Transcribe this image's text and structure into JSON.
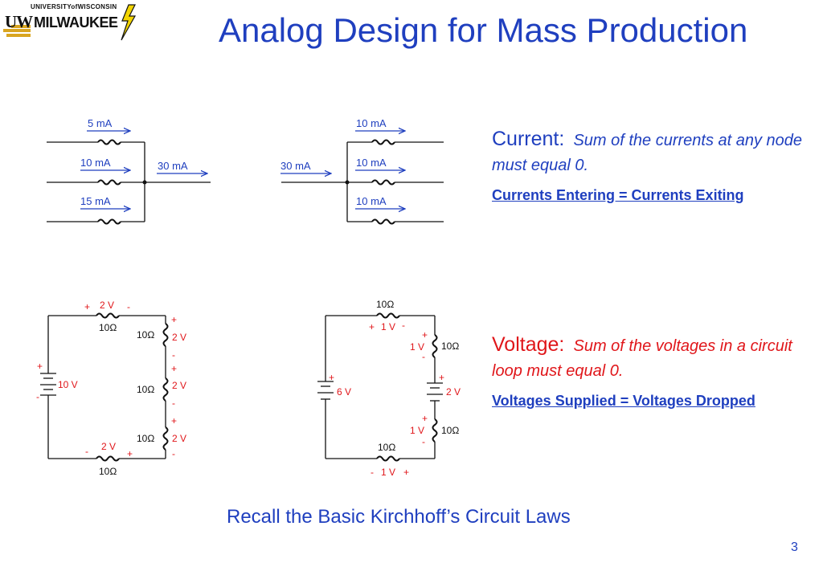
{
  "logo": {
    "university_line": "UNIVERSITYofWISCONSIN",
    "uw": "UW",
    "milwaukee": "MILWAUKEE"
  },
  "title": "Analog Design for Mass Production",
  "current_law": {
    "heading": "Current:",
    "description": "Sum of the currents at any node must equal 0.",
    "equation": "Currents Entering = Currents Exiting"
  },
  "voltage_law": {
    "heading": "Voltage:",
    "description": "Sum of the voltages in a circuit loop must equal 0.",
    "equation": "Voltages Supplied = Voltages Dropped"
  },
  "colors": {
    "title_blue": "#1f3fbf",
    "voltage_red": "#e0161a",
    "wire": "#111111"
  },
  "diagrams": {
    "current_merge": {
      "in_currents": [
        "5 mA",
        "10 mA",
        "15 mA"
      ],
      "out_current": "30 mA"
    },
    "current_split": {
      "in_current": "30 mA",
      "out_currents": [
        "10 mA",
        "10 mA",
        "10 mA"
      ]
    },
    "series_loop": {
      "source": "10 V",
      "top_drop": "2 V",
      "bottom_drop": "2 V",
      "right_drops": [
        "2 V",
        "2 V",
        "2 V"
      ],
      "resistor": "10Ω",
      "plus": "+",
      "minus": "-"
    },
    "two_source_loop": {
      "source_left": "6 V",
      "source_right": "2 V",
      "drop": "1 V",
      "resistor": "10Ω",
      "plus": "+",
      "minus": "-"
    }
  },
  "footer": {
    "caption": "Recall the Basic Kirchhoff’s Circuit Laws",
    "page_number": "3"
  }
}
